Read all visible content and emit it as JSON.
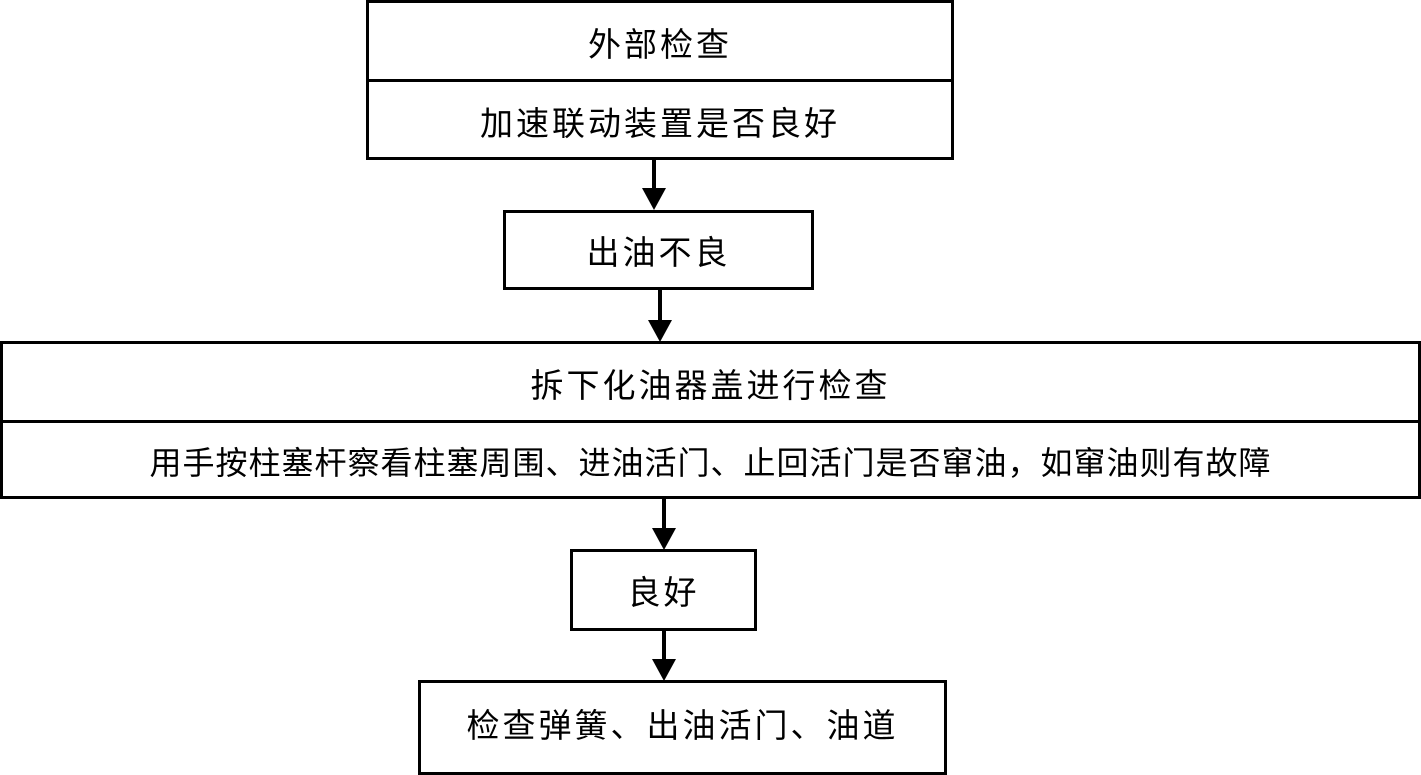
{
  "flowchart": {
    "step1": {
      "header": "外部检查",
      "detail": "加速联动装置是否良好"
    },
    "step2": {
      "label": "出油不良"
    },
    "step3": {
      "header": "拆下化油器盖进行检查",
      "detail": "用手按柱塞杆察看柱塞周围、进油活门、止回活门是否窜油，如窜油则有故障"
    },
    "step4": {
      "label": "良好"
    },
    "step5": {
      "label": "检查弹簧、出油活门、油道"
    }
  }
}
